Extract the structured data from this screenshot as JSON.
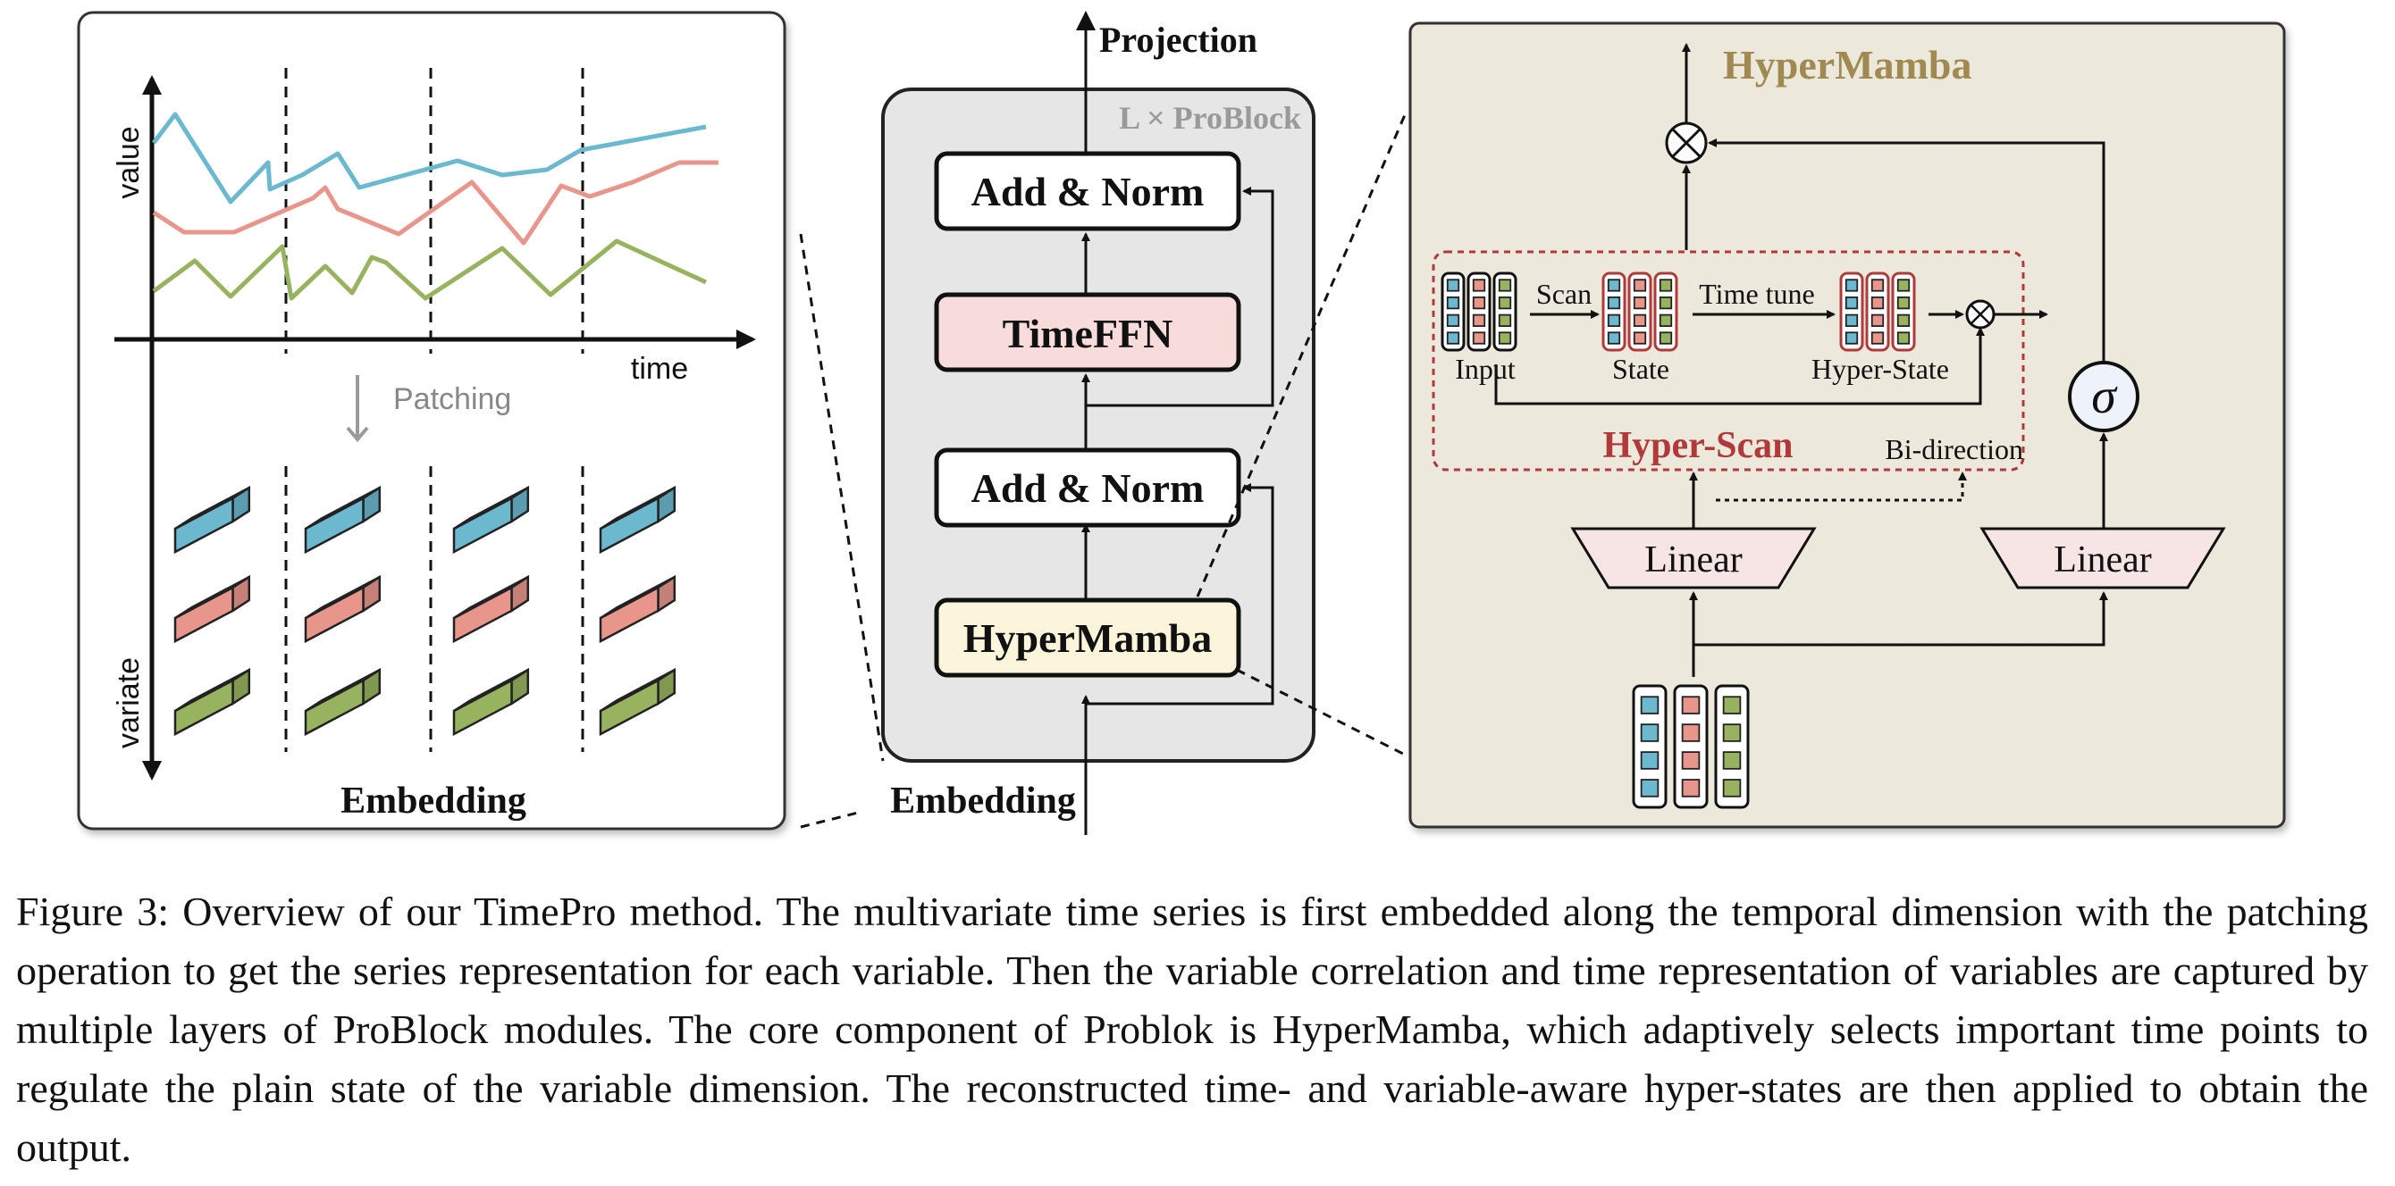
{
  "left_panel": {
    "axis_value": "value",
    "axis_time": "time",
    "axis_variate": "variate",
    "patching_label": "Patching",
    "embedding_label": "Embedding",
    "colors": {
      "blue": "#6bb8cf",
      "red": "#e8968c",
      "green": "#98b35f"
    }
  },
  "middle_panel": {
    "projection_label": "Projection",
    "block_label": "L × ProBlock",
    "add_norm_top": "Add & Norm",
    "timeffn": "TimeFFN",
    "add_norm_bottom": "Add & Norm",
    "hypermamba": "HyperMamba",
    "embedding_label": "Embedding"
  },
  "right_panel": {
    "title": "HyperMamba",
    "scan_label": "Scan",
    "time_tune_label": "Time tune",
    "input_label": "Input",
    "state_label": "State",
    "hyper_state_label": "Hyper-State",
    "hyper_scan_label": "Hyper-Scan",
    "bi_direction_label": "Bi-direction",
    "linear_left": "Linear",
    "linear_right": "Linear",
    "sigma": "σ"
  },
  "caption": "Figure 3: Overview of our TimePro method. The multivariate time series is first embedded along the temporal dimension with the patching operation to get the series representation for each variable. Then the variable correlation and time representation of variables are captured by multiple layers of ProBlock modules. The core component of Problok is HyperMamba, which adaptively selects important time points to regulate the plain state of the variable dimension. The reconstructed time- and variable-aware hyper-states are then applied to obtain the output."
}
